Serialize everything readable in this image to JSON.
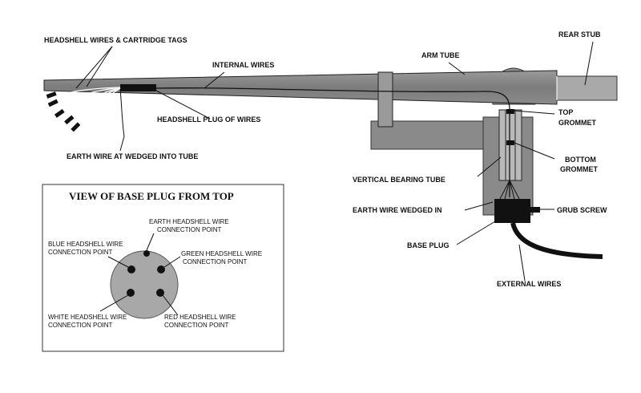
{
  "labels": {
    "headshell_wires": "HEADSHELL WIRES & CARTRIDGE TAGS",
    "internal_wires": "INTERNAL WIRES",
    "arm_tube": "ARM TUBE",
    "rear_stub": "REAR STUB",
    "headshell_plug": "HEADSHELL PLUG OF WIRES",
    "top_grommet_1": "TOP",
    "top_grommet_2": "GROMMET",
    "earth_wire_tube": "EARTH WIRE AT WEDGED INTO TUBE",
    "bottom_grommet_1": "BOTTOM",
    "bottom_grommet_2": "GROMMET",
    "vertical_bearing_tube": "VERTICAL BEARING TUBE",
    "earth_wire_wedged": "EARTH WIRE WEDGED IN",
    "grub_screw": "GRUB SCREW",
    "base_plug": "BASE PLUG",
    "external_wires": "EXTERNAL WIRES"
  },
  "inset": {
    "title": "VIEW OF BASE PLUG FROM TOP",
    "earth_1": "EARTH HEADSHELL WIRE",
    "earth_2": "CONNECTION POINT",
    "blue_1": "BLUE HEADSHELL WIRE",
    "blue_2": "CONNECTION POINT",
    "green_1": "GREEN HEADSHELL WIRE",
    "green_2": "CONNECTION POINT",
    "white_1": "WHITE HEADSHELL WIRE",
    "white_2": "CONNECTION POINT",
    "red_1": "RED HEADSHELL WIRE",
    "red_2": "CONNECTION POINT"
  }
}
